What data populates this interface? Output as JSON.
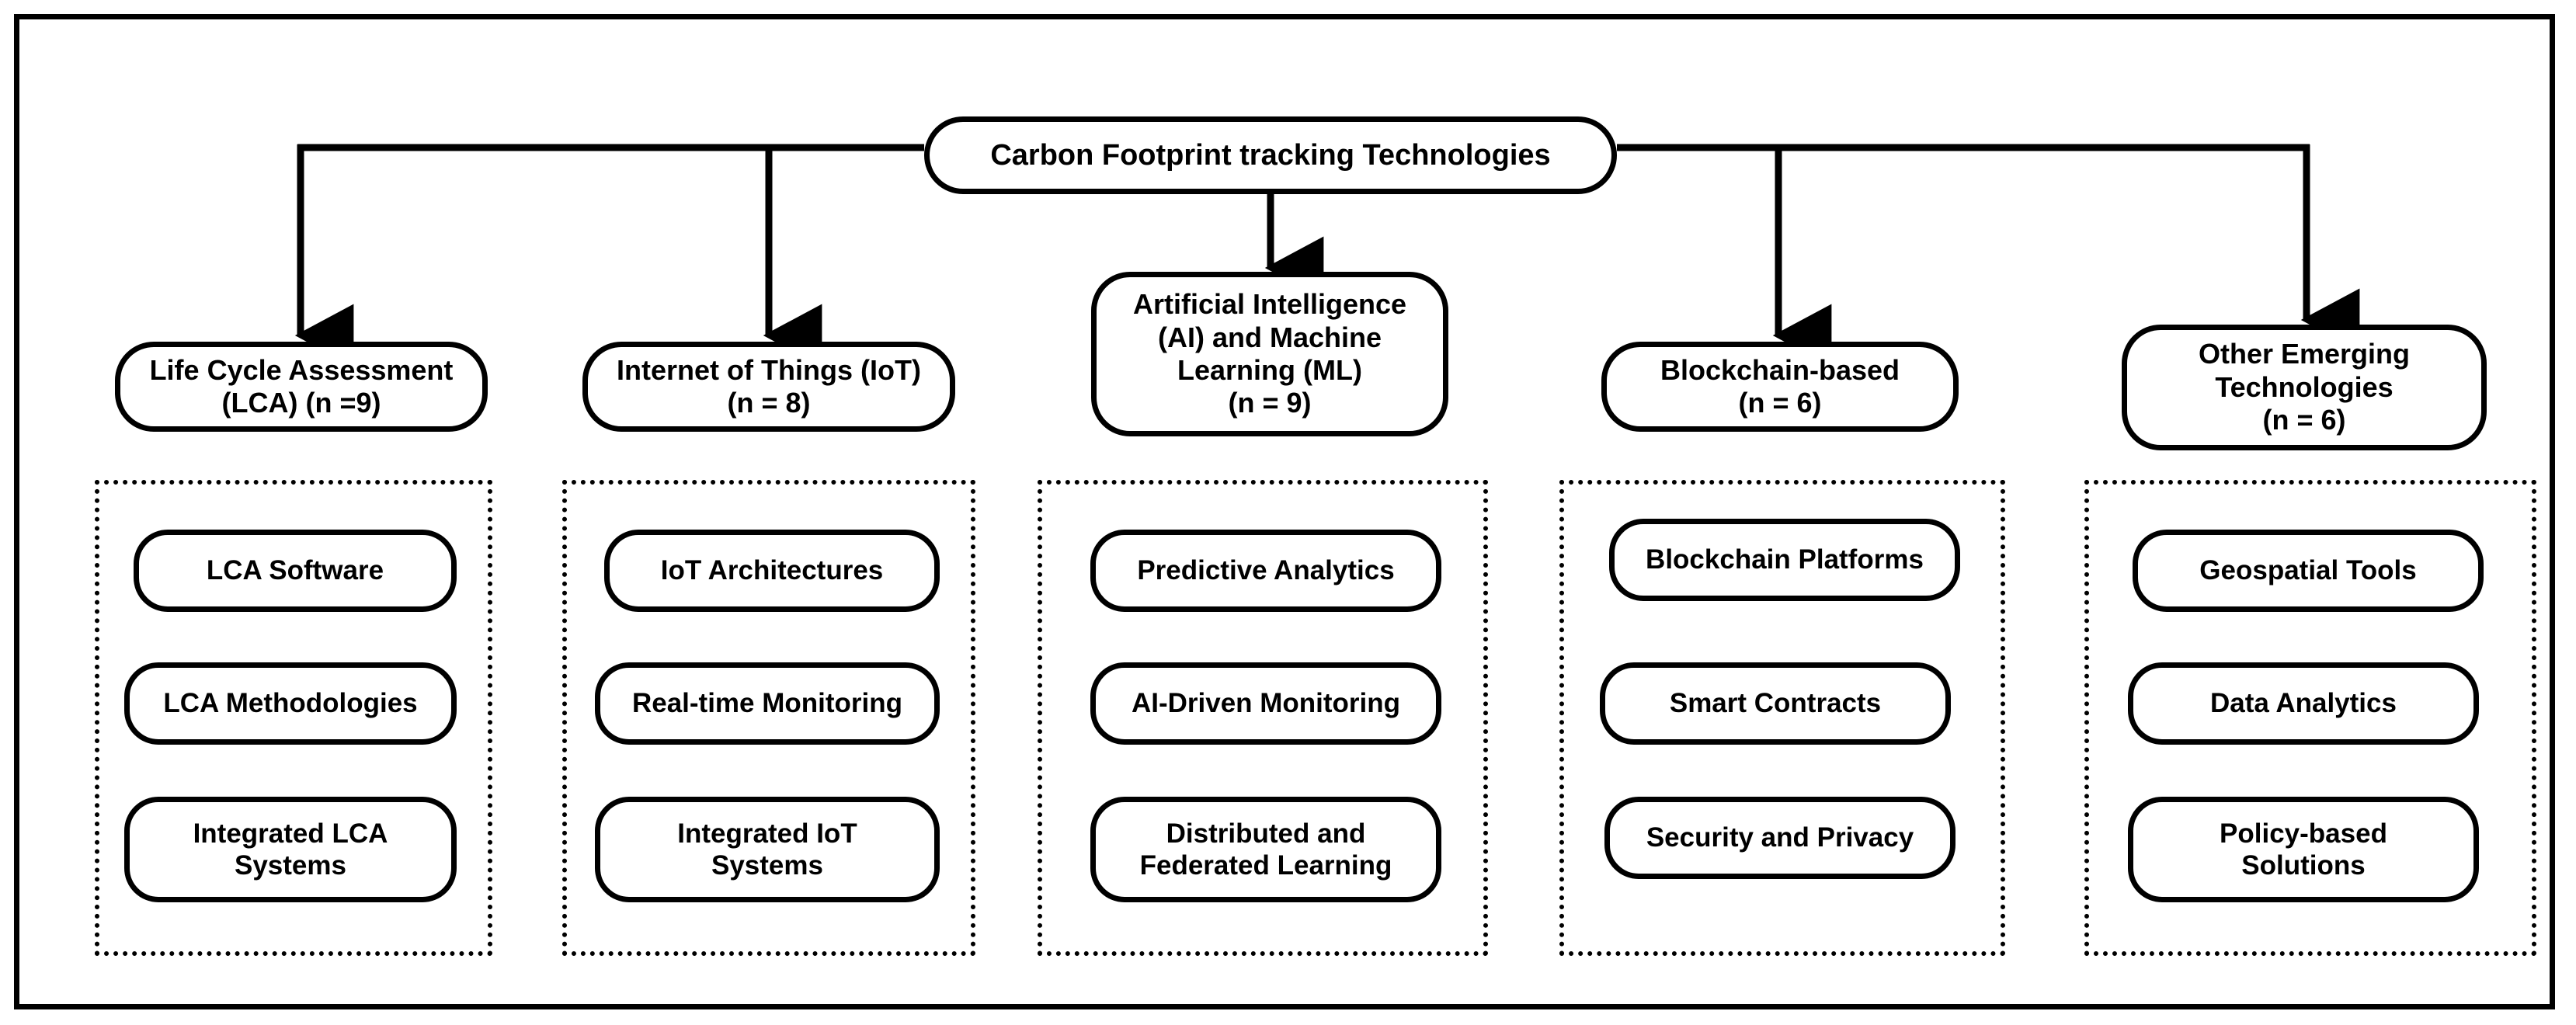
{
  "diagram": {
    "root": {
      "label": "Carbon Footprint tracking Technologies"
    },
    "categories": [
      {
        "id": "lca",
        "label": "Life Cycle Assessment\n(LCA) (n =9)",
        "name": "Life Cycle Assessment (LCA)",
        "count": "n =9",
        "children": [
          {
            "label": "LCA Software"
          },
          {
            "label": "LCA Methodologies"
          },
          {
            "label": "Integrated LCA\nSystems"
          }
        ]
      },
      {
        "id": "iot",
        "label": "Internet of Things (IoT)\n(n = 8)",
        "name": "Internet of Things (IoT)",
        "count": "n = 8",
        "children": [
          {
            "label": "IoT Architectures"
          },
          {
            "label": "Real-time Monitoring"
          },
          {
            "label": "Integrated IoT\nSystems"
          }
        ]
      },
      {
        "id": "aiml",
        "label": "Artificial Intelligence\n(AI) and Machine\nLearning (ML)\n(n = 9)",
        "name": "Artificial Intelligence (AI) and Machine Learning (ML)",
        "count": "n = 9",
        "children": [
          {
            "label": "Predictive Analytics"
          },
          {
            "label": "AI-Driven Monitoring"
          },
          {
            "label": "Distributed and\nFederated Learning"
          }
        ]
      },
      {
        "id": "blockchain",
        "label": "Blockchain-based\n(n = 6)",
        "name": "Blockchain-based",
        "count": "n = 6",
        "children": [
          {
            "label": "Blockchain Platforms"
          },
          {
            "label": "Smart Contracts"
          },
          {
            "label": "Security and Privacy"
          }
        ]
      },
      {
        "id": "other",
        "label": "Other Emerging\nTechnologies\n(n = 6)",
        "name": "Other Emerging Technologies",
        "count": "n = 6",
        "children": [
          {
            "label": "Geospatial Tools"
          },
          {
            "label": "Data Analytics"
          },
          {
            "label": "Policy-based\nSolutions"
          }
        ]
      }
    ],
    "colors": {
      "stroke": "#000000",
      "fill": "#ffffff",
      "background": "#ffffff"
    }
  }
}
